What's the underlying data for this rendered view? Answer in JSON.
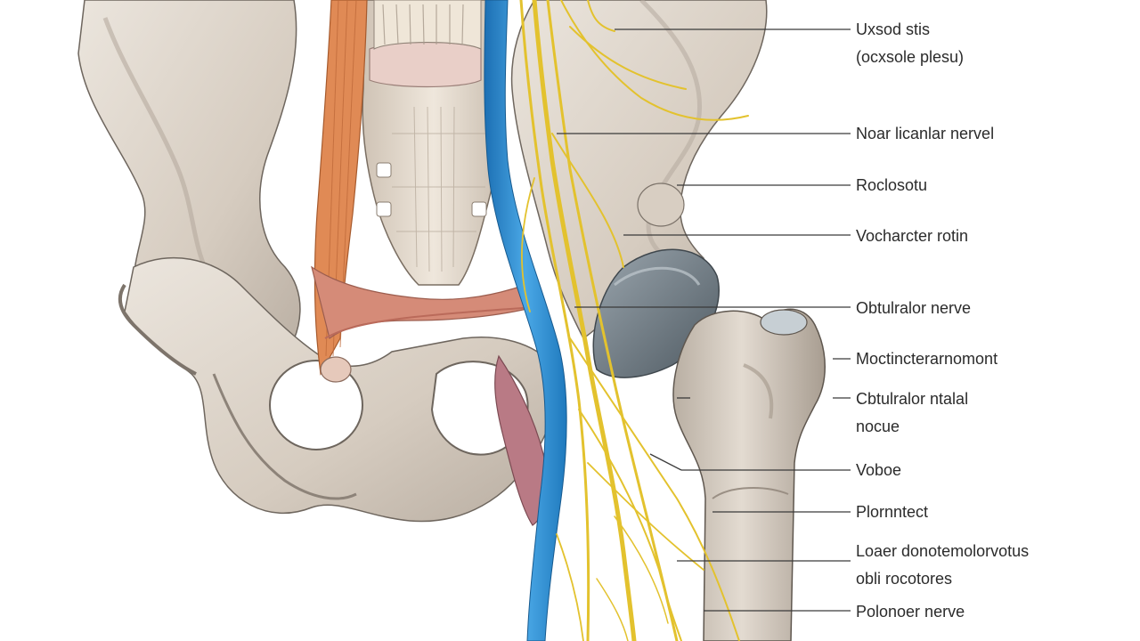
{
  "labels": [
    {
      "id": "l1",
      "text": "Uxsod stis",
      "text2": "(ocxsole plesu)"
    },
    {
      "id": "l2",
      "text": "Noar licanlar nervel"
    },
    {
      "id": "l3",
      "text": "Roclosotu"
    },
    {
      "id": "l4",
      "text": "Vocharcter rotin"
    },
    {
      "id": "l5",
      "text": "Obtulralor nerve"
    },
    {
      "id": "l6",
      "text": "Moctincterarnomont"
    },
    {
      "id": "l7",
      "text": "Cbtulralor ntalal",
      "text2": "nocue"
    },
    {
      "id": "l8",
      "text": "Voboe"
    },
    {
      "id": "l9",
      "text": "Plornntect"
    },
    {
      "id": "l10",
      "text": "Loaer donotemolorvotus",
      "text2": "obli  rocotores"
    },
    {
      "id": "l11",
      "text": "Polonoer nerve"
    }
  ],
  "colors": {
    "bone": "#ddd4c9",
    "bone_shadow": "#a99f94",
    "bone_outline": "#6e665e",
    "nerve": "#e3c22e",
    "vessel_blue": "#2b8fd3",
    "muscle_orange": "#e08a55",
    "muscle_pink": "#b97a85",
    "cartilage": "#7f8c95",
    "leader": "#3a3a3a",
    "text": "#2b2b2b"
  }
}
